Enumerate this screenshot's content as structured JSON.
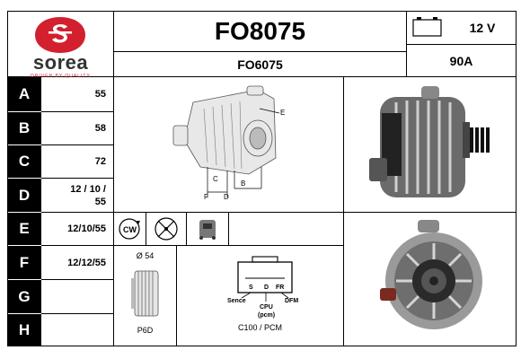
{
  "brand": {
    "name": "sorea",
    "tagline": "DRIVEN BY QUALITY",
    "color": "#d2202f"
  },
  "header": {
    "part_number": "FO8075",
    "alt_number": "FO6075",
    "voltage": "12 V",
    "amperage": "90A"
  },
  "specs": [
    {
      "letter": "A",
      "value": "55"
    },
    {
      "letter": "B",
      "value": "58"
    },
    {
      "letter": "C",
      "value": "72"
    },
    {
      "letter": "D",
      "value": "12 / 10 / 55"
    },
    {
      "letter": "E",
      "value": "12/10/55"
    },
    {
      "letter": "F",
      "value": "12/12/55"
    },
    {
      "letter": "G",
      "value": ""
    },
    {
      "letter": "H",
      "value": ""
    }
  ],
  "diagram_labels": {
    "e": "E",
    "c": "C",
    "f": "F",
    "d": "D",
    "b": "B"
  },
  "rotation": {
    "label": "CW"
  },
  "pulley": {
    "diameter": "Ø 54",
    "type": "P6D"
  },
  "connector": {
    "pins": [
      "S",
      "D",
      "FR"
    ],
    "left_label": "Sence",
    "right_label": "DFM",
    "cpu_label": "CPU",
    "pcm_label": "(pcm)",
    "caption": "C100 / PCM"
  }
}
